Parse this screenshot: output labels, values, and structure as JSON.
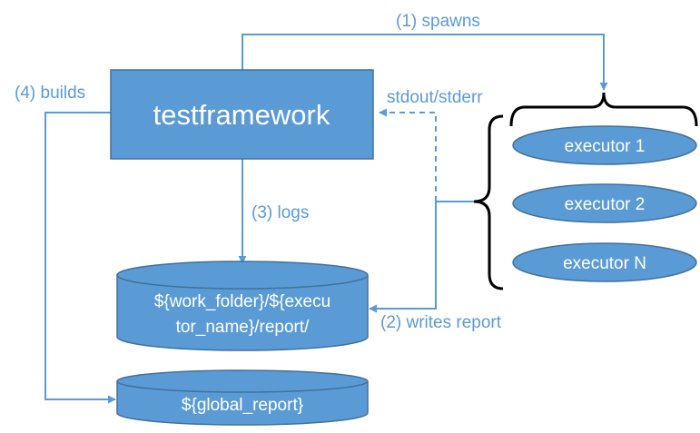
{
  "main_box": {
    "label": "testframework"
  },
  "executors": [
    {
      "label": "executor 1"
    },
    {
      "label": "executor 2"
    },
    {
      "label": "executor N"
    }
  ],
  "databases": {
    "report": {
      "line1": "${work_folder}/${execu",
      "line2": "tor_name}/report/"
    },
    "global": {
      "label": "${global_report}"
    }
  },
  "edges": {
    "spawns": "(1) spawns",
    "writes_report": "(2) writes report",
    "logs": "(3) logs",
    "builds": "(4) builds",
    "stdout": "stdout/stderr"
  },
  "colors": {
    "box_fill": "#5b9bd5",
    "box_stroke": "#41719c",
    "line": "#5b9bd5",
    "text_on_box": "#ffffff"
  }
}
